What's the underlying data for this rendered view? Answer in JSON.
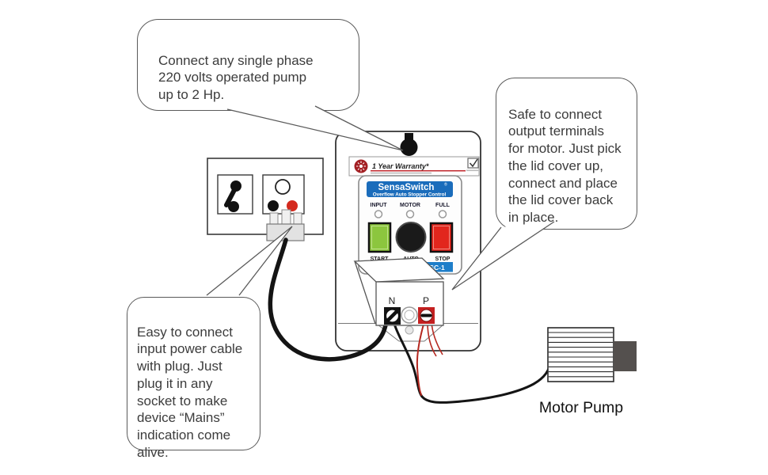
{
  "callouts": {
    "pump": {
      "text": "Connect any single phase\n220 volts operated pump\nup to 2 Hp."
    },
    "output": {
      "text": "Safe to connect\noutput terminals\nfor motor. Just pick\nthe lid cover up,\nconnect and place\nthe lid cover back\nin place."
    },
    "input": {
      "text": "Easy to connect\ninput power cable\nwith plug. Just\nplug it in any\nsocket to make\ndevice “Mains”\nindication come\nalive."
    }
  },
  "device": {
    "warranty": "1 Year Warranty*",
    "brand": "SensaSwitch",
    "registered_mark": "®",
    "subtitle": "Overflow Auto Stopper Control",
    "model": "ASC-1",
    "indicators": [
      {
        "label": "INPUT"
      },
      {
        "label": "MOTOR"
      },
      {
        "label": "FULL"
      }
    ],
    "buttons": [
      {
        "label": "START"
      },
      {
        "label": "AUTO"
      },
      {
        "label": "STOP"
      }
    ],
    "terminals": [
      {
        "label": "N"
      },
      {
        "label": "P"
      }
    ]
  },
  "motor": {
    "label": "Motor Pump"
  },
  "colors": {
    "header_blue": "#1a6cbb",
    "strip_blue": "#1e7ec9",
    "button_green": "#8cc63e",
    "button_red": "#e2261d",
    "button_black": "#1a1a1a",
    "terminal_black": "#141414",
    "terminal_red": "#c42020",
    "socket_live_red": "#d42a1e",
    "wire_black": "#141414",
    "wire_red": "#b5271f",
    "shaft_grey": "#54504e",
    "warranty_logo_red": "#a31f23",
    "warranty_rule_red": "#c1272d"
  }
}
